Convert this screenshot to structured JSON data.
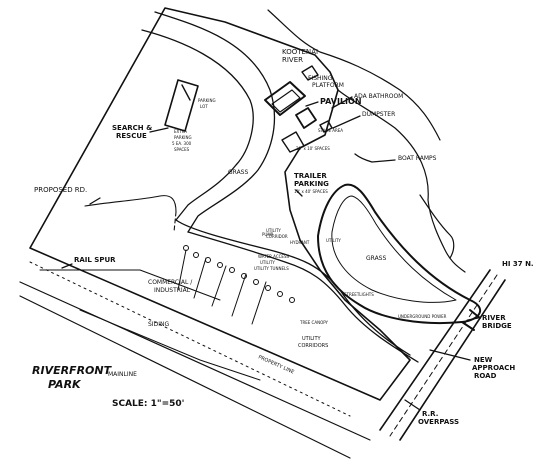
{
  "map": {
    "title_line1": "RIVERFRONT",
    "title_line2": "PARK",
    "scale": "SCALE: 1\"=50'",
    "labels": {
      "kootenai_river_1": "KOOTENAI",
      "kootenai_river_2": "RIVER",
      "fishing_platform_1": "FISHING",
      "fishing_platform_2": "PLATFORM",
      "pavilion": "PAVILION",
      "ada_bathroom": "ADA BATHROOM",
      "dumpster": "DUMPSTER",
      "boat_ramps": "BOAT RAMPS",
      "search_rescue_1": "SEARCH &",
      "search_rescue_2": "RESCUE",
      "parking_lot_1": "PARKING",
      "parking_lot_2": "LOT",
      "extra_parking_1": "EXTRA",
      "extra_parking_2": "PARKING",
      "extra_parking_3": "5 EA. 300",
      "extra_parking_4": "SPACES",
      "grass_1": "GRASS",
      "grass_2": "GRASS",
      "trailer_parking_1": "TRAILER",
      "trailer_parking_2": "PARKING",
      "trailer_parking_3": "10' x 40' SPACES",
      "spaces_small": "20' x 10' SPACES",
      "stage_area": "STAGE AREA",
      "proposed_rd": "PROPOSED RD.",
      "rail_spur": "RAIL SPUR",
      "commercial_1": "COMMERCIAL /",
      "commercial_2": "INDUSTRIAL",
      "siding": "SIDING",
      "mainline": "MAINLINE",
      "property_line": "PROPERTY LINE",
      "utility_corridors_1": "UTILITY",
      "utility_corridors_2": "CORRIDORS",
      "utility_1": "UTILITY",
      "utility_2": "UTILITY",
      "utility_3": "UTILITY",
      "utility_corridor": "CORRIDOR",
      "pump": "PUMP",
      "hydrant": "HYDRANT",
      "water_access": "WATER ACCESS",
      "utility_tunnels": "UTILITY TUNNELS",
      "streetlights": "STREETLIGHTS",
      "underground_power": "UNDERGROUND POWER",
      "tree_canopy": "TREE CANOPY",
      "hwy": "HI 37 N.",
      "river_bridge_1": "RIVER",
      "river_bridge_2": "BRIDGE",
      "new_approach_1": "NEW",
      "new_approach_2": "APPROACH",
      "new_approach_3": "ROAD",
      "rr_overpass_1": "R.R.",
      "rr_overpass_2": "OVERPASS"
    }
  }
}
